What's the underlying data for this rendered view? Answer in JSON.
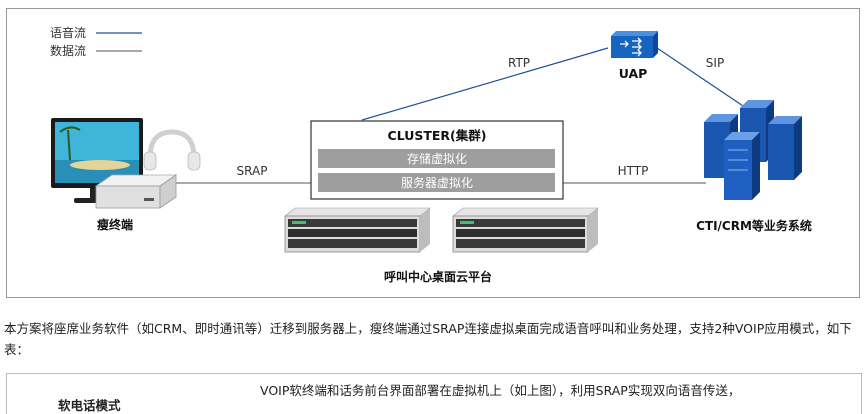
{
  "legend": {
    "voice_flow": "语音流",
    "data_flow": "数据流"
  },
  "nodes": {
    "uap": "UAP",
    "thin_client": "瘦终端",
    "cluster_title": "CLUSTER(集群)",
    "storage_virt": "存储虚拟化",
    "server_virt": "服务器虚拟化",
    "platform": "呼叫中心桌面云平台",
    "cti": "CTI/CRM等业务系统"
  },
  "links": {
    "rtp": "RTP",
    "sip": "SIP",
    "srap": "SRAP",
    "http": "HTTP"
  },
  "paragraph": "本方案将座席业务软件（如CRM、即时通讯等）迁移到服务器上，瘦终端通过SRAP连接虚拟桌面完成语音呼叫和业务处理，支持2种VOIP应用模式，如下表：",
  "table": {
    "row_label": "软电话模式",
    "row_text": "VOIP软终端和话务前台界面部署在虚拟机上（如上图），利用SRAP实现双向语音传送，"
  },
  "colors": {
    "voice_line": "#1f4f9c",
    "data_line": "#555555",
    "virt_bar": "#9e9e9e",
    "uap_blue": "#1565c0",
    "server_blue": "#1a56b0"
  }
}
